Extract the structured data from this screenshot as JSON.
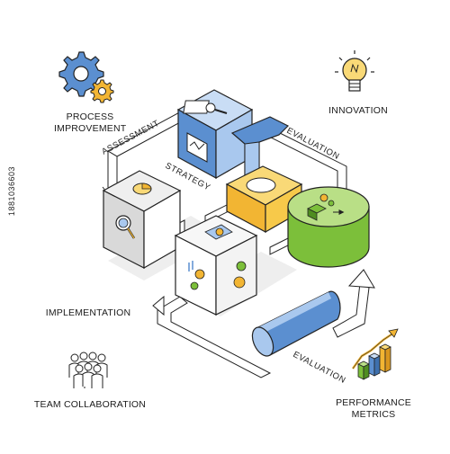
{
  "labels": {
    "process_improvement": [
      "PROCESS",
      "IMPROVEMENT"
    ],
    "innovation": "INNOVATION",
    "assessment": "ASSESSMENT",
    "strategy": "STRATEGY",
    "evaluation_top": "EVALUATION",
    "evaluation_bottom": "EVALUATION",
    "implementation": "IMPLEMENTATION",
    "team_collaboration": "TEAM COLLABORATION",
    "performance_metrics": [
      "PERFORMANCE",
      "METRICS"
    ]
  },
  "watermark": "1881036603",
  "icons": {
    "gears": "gears-icon",
    "bulb": "light-bulb-icon",
    "team": "team-people-icon",
    "chart": "bar-chart-icon"
  },
  "colors": {
    "blue": "#5b8fd0",
    "blue_light": "#a9c8ee",
    "yellow": "#f2b533",
    "yellow_light": "#f9d977",
    "green": "#7cbf3a",
    "green_light": "#b9df86",
    "grey": "#d9d9d9",
    "grey_light": "#efefef",
    "outline": "#222222"
  }
}
